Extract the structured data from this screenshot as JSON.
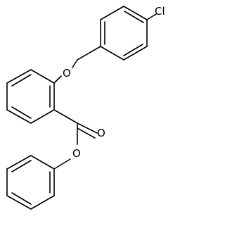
{
  "molecule": {
    "atoms": {
      "chlorine": "Cl",
      "ether_oxygen": "O",
      "carbonyl_oxygen": "O",
      "ester_oxygen": "O"
    }
  }
}
